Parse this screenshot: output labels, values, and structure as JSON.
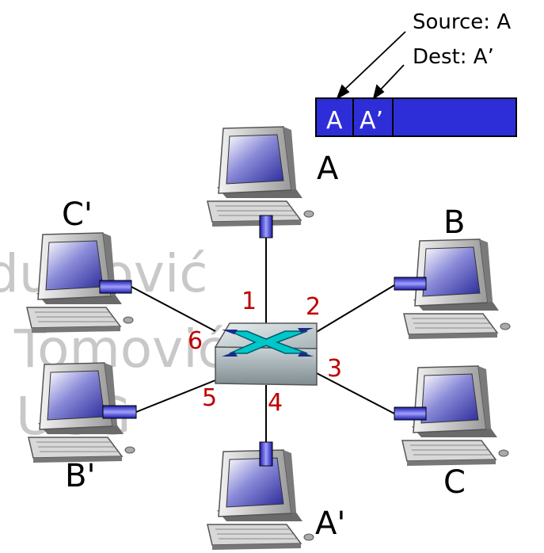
{
  "watermark": [
    "du hović",
    "Tomović",
    "UCG"
  ],
  "annotations": {
    "source": "Source: A",
    "dest": "Dest: A’"
  },
  "frame": {
    "fields": [
      "A",
      "A’"
    ]
  },
  "switch": {
    "ports": [
      "1",
      "2",
      "3",
      "4",
      "5",
      "6"
    ]
  },
  "hosts": {
    "A": "A",
    "B": "B",
    "C": "C",
    "A_prime": "A'",
    "B_prime": "B'",
    "C_prime": "C'"
  },
  "colors": {
    "frame_fill": "#2e2ed8",
    "port_label": "#c00000",
    "connector": "#1a1ab8",
    "screen": "#3a3aa8"
  }
}
